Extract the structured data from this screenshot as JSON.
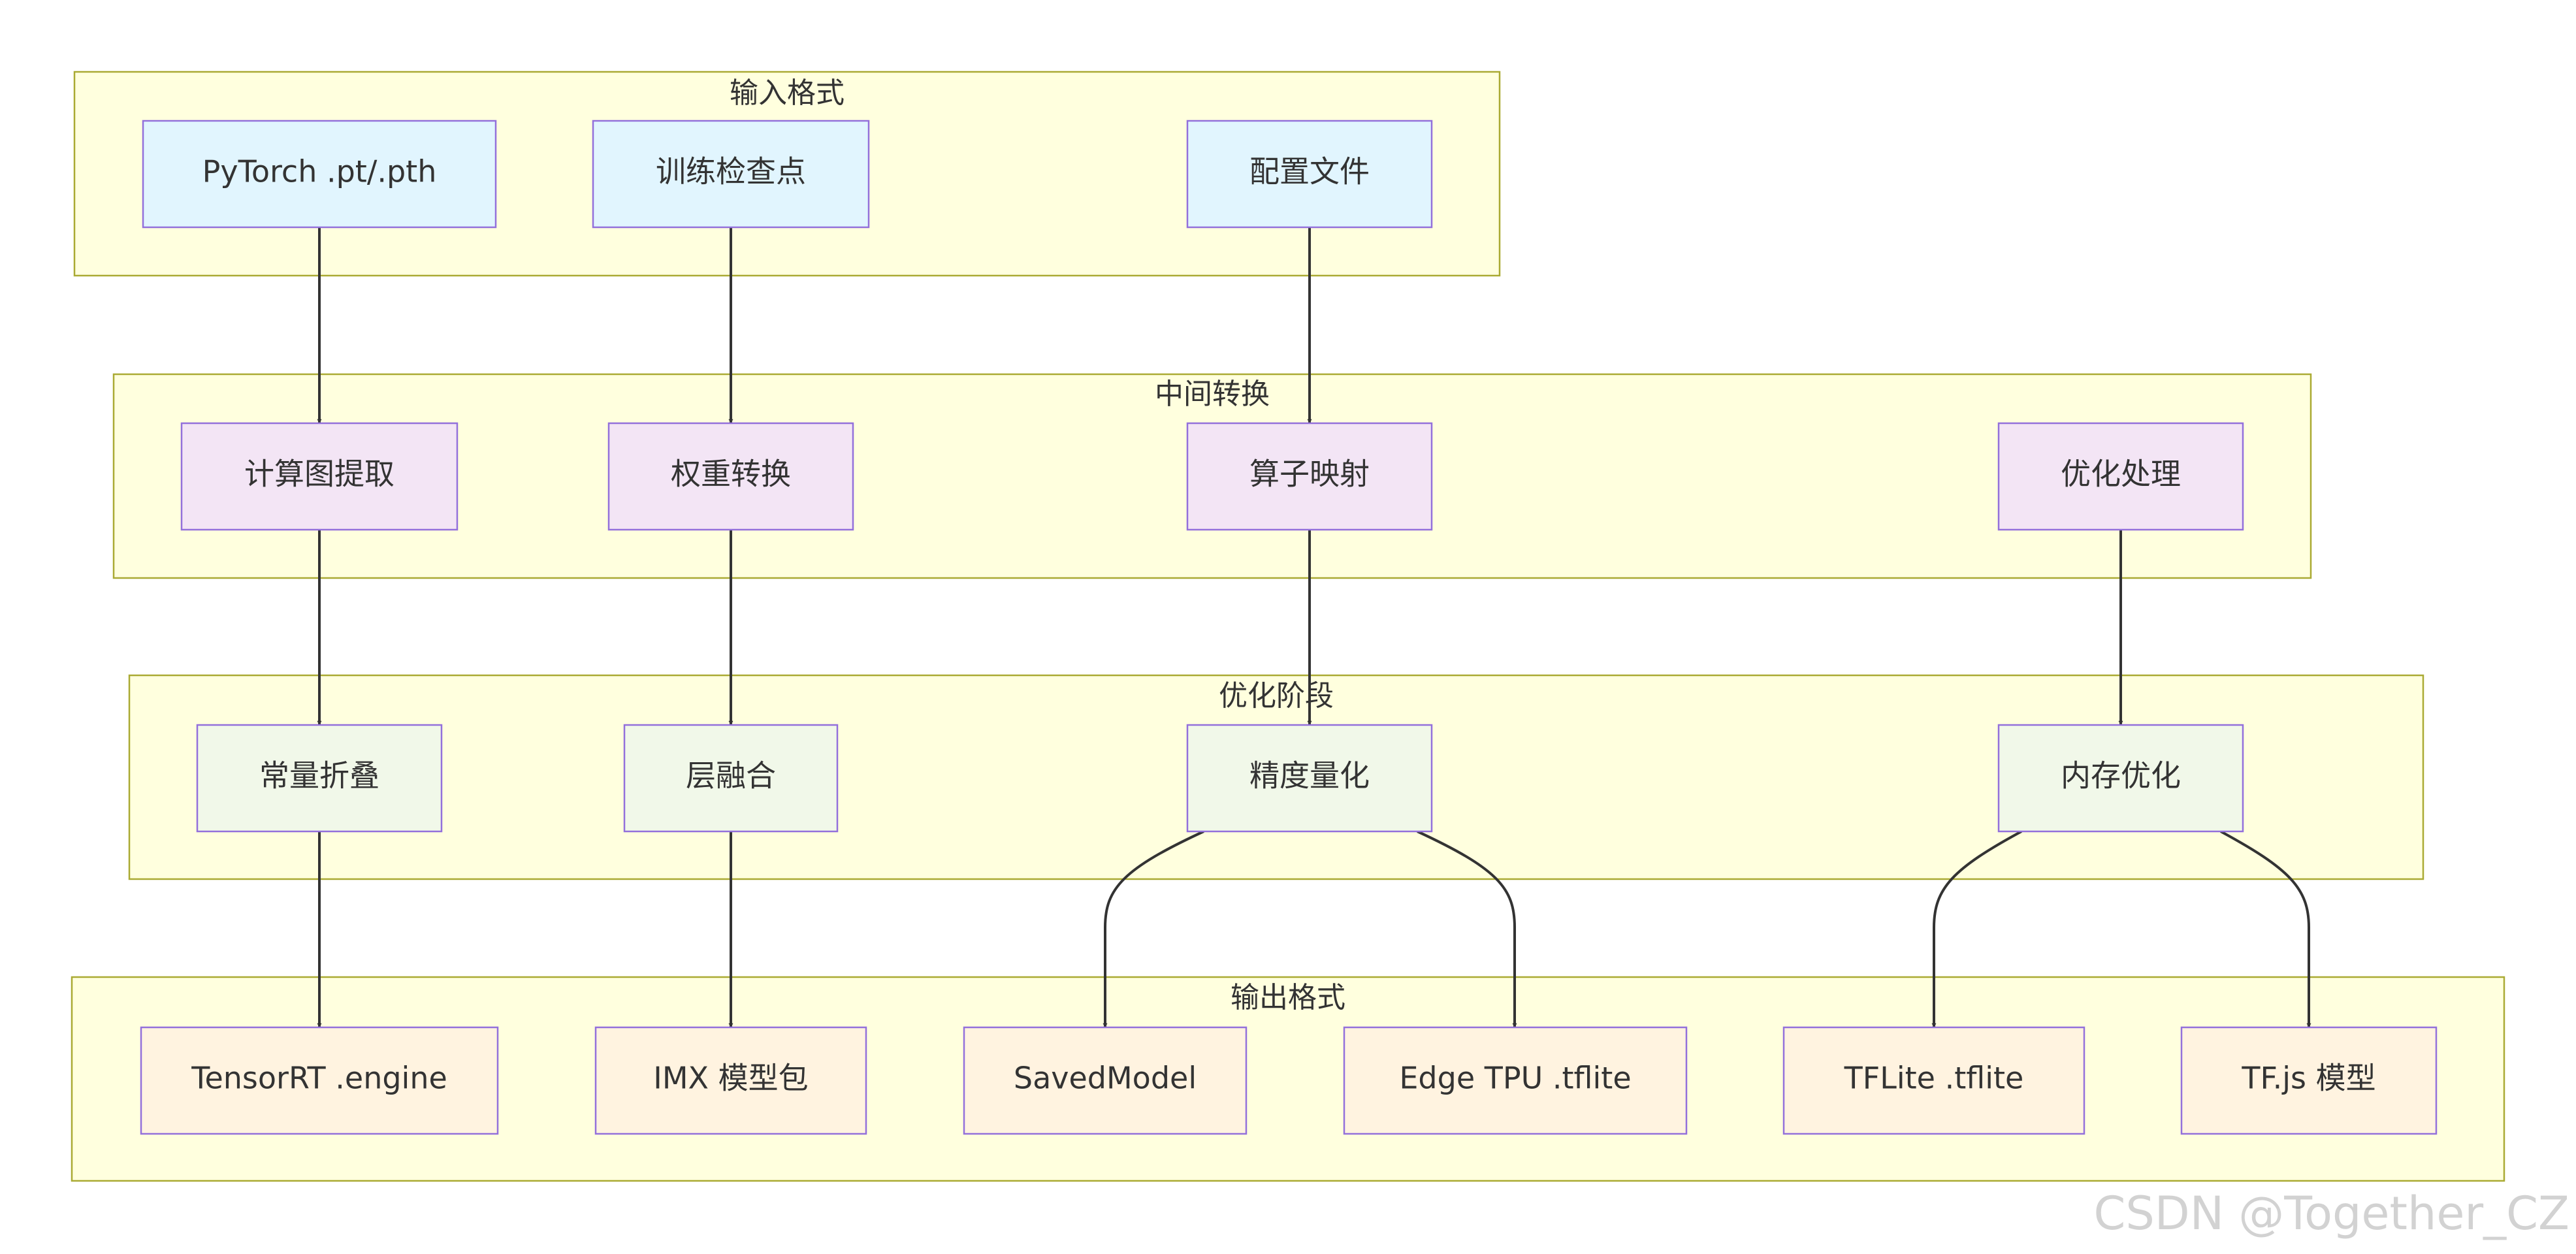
{
  "colors": {
    "cluster_fill": "#ffffde",
    "cluster_stroke": "#aaaa33",
    "node_stroke": "#9370db",
    "edge": "#333333",
    "input_fill": "#e1f5fe",
    "intermediate_fill": "#f3e5f5",
    "optimize_fill": "#f1f8e9",
    "output_fill": "#fff3e0"
  },
  "clusters": {
    "input": {
      "title": "输入格式"
    },
    "intermediate": {
      "title": "中间转换"
    },
    "optimize": {
      "title": "优化阶段"
    },
    "output": {
      "title": "输出格式"
    }
  },
  "nodes": {
    "pytorch": "PyTorch .pt/.pth",
    "checkpoint": "训练检查点",
    "config": "配置文件",
    "graph_extract": "计算图提取",
    "weight_convert": "权重转换",
    "op_mapping": "算子映射",
    "opt_process": "优化处理",
    "const_fold": "常量折叠",
    "layer_fusion": "层融合",
    "precision_quant": "精度量化",
    "mem_opt": "内存优化",
    "tensorrt": "TensorRT .engine",
    "imx": "IMX 模型包",
    "savedmodel": "SavedModel",
    "edgetpu": "Edge TPU .tflite",
    "tflite": "TFLite .tflite",
    "tfjs": "TF.js 模型"
  },
  "edges": [
    {
      "from": "pytorch",
      "to": "graph_extract"
    },
    {
      "from": "checkpoint",
      "to": "weight_convert"
    },
    {
      "from": "config",
      "to": "op_mapping"
    },
    {
      "from": "graph_extract",
      "to": "const_fold"
    },
    {
      "from": "weight_convert",
      "to": "layer_fusion"
    },
    {
      "from": "op_mapping",
      "to": "precision_quant"
    },
    {
      "from": "opt_process",
      "to": "mem_opt"
    },
    {
      "from": "const_fold",
      "to": "tensorrt"
    },
    {
      "from": "layer_fusion",
      "to": "imx"
    },
    {
      "from": "precision_quant",
      "to": "savedmodel"
    },
    {
      "from": "precision_quant",
      "to": "edgetpu"
    },
    {
      "from": "mem_opt",
      "to": "tflite"
    },
    {
      "from": "mem_opt",
      "to": "tfjs"
    }
  ],
  "watermark": "CSDN @Together_CZ"
}
